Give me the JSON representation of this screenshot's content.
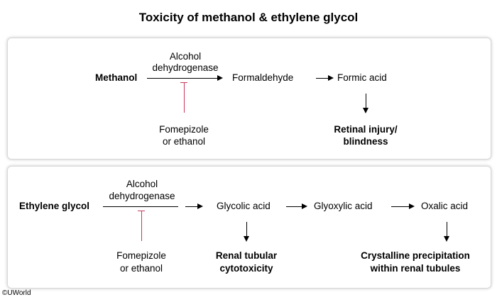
{
  "title": "Toxicity of methanol & ethylene glycol",
  "colors": {
    "inhibition": "#c8385a"
  },
  "methanol": {
    "substrate": "Methanol",
    "enzyme_line1": "Alcohol",
    "enzyme_line2": "dehydrogenase",
    "inhibitor_line1": "Fomepizole",
    "inhibitor_line2": "or ethanol",
    "step1": "Formaldehyde",
    "step2": "Formic acid",
    "outcome_line1": "Retinal injury/",
    "outcome_line2": "blindness"
  },
  "ethylene_glycol": {
    "substrate": "Ethylene glycol",
    "enzyme_line1": "Alcohol",
    "enzyme_line2": "dehydrogenase",
    "inhibitor_line1": "Fomepizole",
    "inhibitor_line2": "or ethanol",
    "step1": "Glycolic acid",
    "step2": "Glyoxylic acid",
    "step3": "Oxalic acid",
    "outcome1_line1": "Renal tubular",
    "outcome1_line2": "cytotoxicity",
    "outcome2_line1": "Crystalline precipitation",
    "outcome2_line2": "within renal tubules"
  },
  "credit": "©UWorld"
}
